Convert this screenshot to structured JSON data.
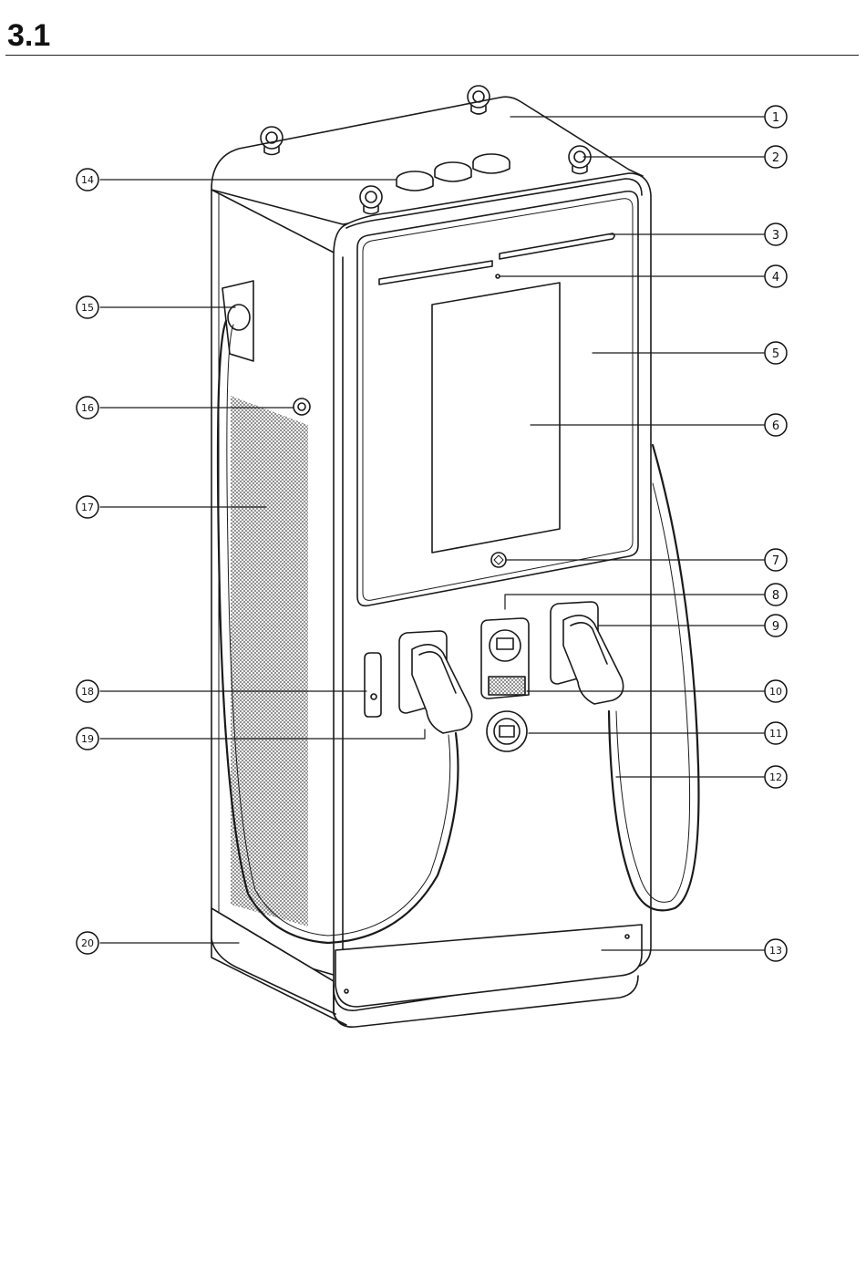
{
  "section": {
    "number": "3.1"
  },
  "callouts": [
    "1",
    "2",
    "3",
    "4",
    "5",
    "6",
    "7",
    "8",
    "9",
    "10",
    "11",
    "12",
    "13",
    "14",
    "15",
    "16",
    "17",
    "18",
    "19",
    "20"
  ],
  "colors": {
    "line": "#1a1a1a",
    "background": "#ffffff",
    "mesh": "#555555"
  }
}
